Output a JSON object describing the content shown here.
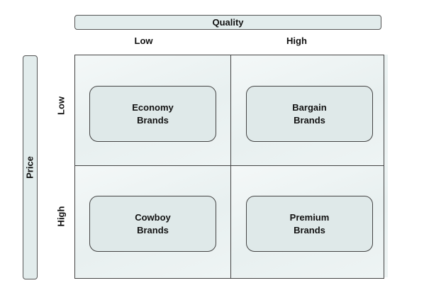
{
  "axes": {
    "x_title": "Quality",
    "y_title": "Price",
    "x_levels": [
      "Low",
      "High"
    ],
    "y_levels": [
      "Low",
      "High"
    ]
  },
  "quadrants": [
    {
      "line1": "Economy",
      "line2": "Brands"
    },
    {
      "line1": "Bargain",
      "line2": "Brands"
    },
    {
      "line1": "Cowboy",
      "line2": "Brands"
    },
    {
      "line1": "Premium",
      "line2": "Brands"
    }
  ]
}
